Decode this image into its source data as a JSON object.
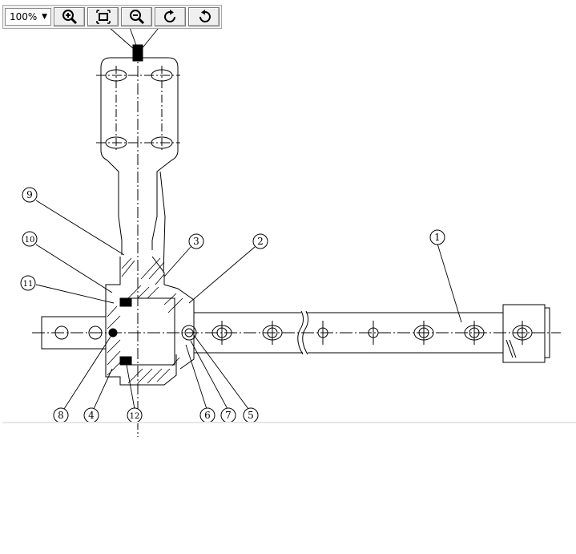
{
  "toolbar": {
    "zoom_value": "100%",
    "buttons": [
      {
        "name": "zoom-in",
        "icon": "zoom-in-icon"
      },
      {
        "name": "fit-page",
        "icon": "fit-page-icon"
      },
      {
        "name": "zoom-out",
        "icon": "zoom-out-icon"
      },
      {
        "name": "rotate-clockwise",
        "icon": "rotate-cw-icon"
      },
      {
        "name": "reset",
        "icon": "undo-icon"
      }
    ]
  },
  "drawing": {
    "callouts": [
      "9",
      "10",
      "11",
      "3",
      "2",
      "1",
      "8",
      "4",
      "12",
      "6",
      "7",
      "5"
    ]
  }
}
